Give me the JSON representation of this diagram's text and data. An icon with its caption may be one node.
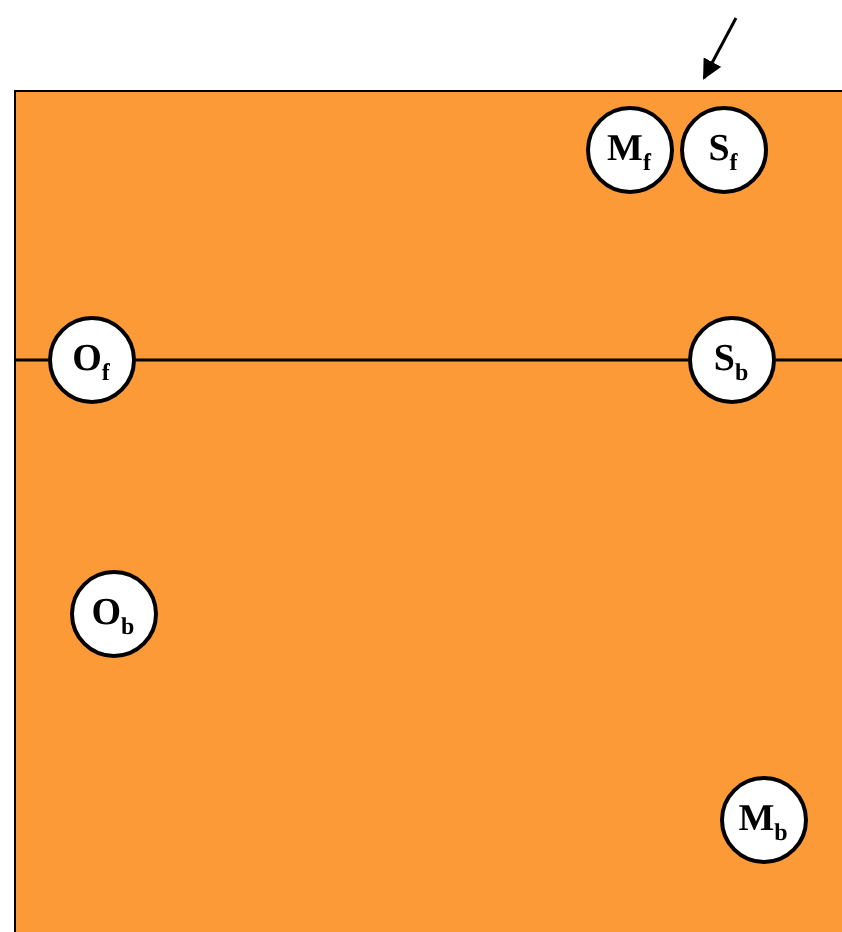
{
  "diagram": {
    "nodes": [
      {
        "text": [],
        "shape": "box"
      },
      {
        "text": [
          "M$_{f}$"
        ],
        "in": 0
      },
      {
        "text": [
          "S$_{f}$"
        ],
        "in": 0
      },
      {
        "text": [
          "O$_{f}$"
        ],
        "in": 0
      },
      {
        "text": [
          "S$_{b}$"
        ],
        "in": 0
      },
      {
        "text": [
          "O$_{b}$"
        ],
        "in": 0
      },
      {
        "text": [
          "M$_{b}$"
        ],
        "in": 0
      }
    ],
    "edges": [
      {
        "from": 3,
        "to": 4,
        "arrow": "none"
      },
      {
        "from": null,
        "to": 0,
        "arrow": "to"
      }
    ]
  }
}
